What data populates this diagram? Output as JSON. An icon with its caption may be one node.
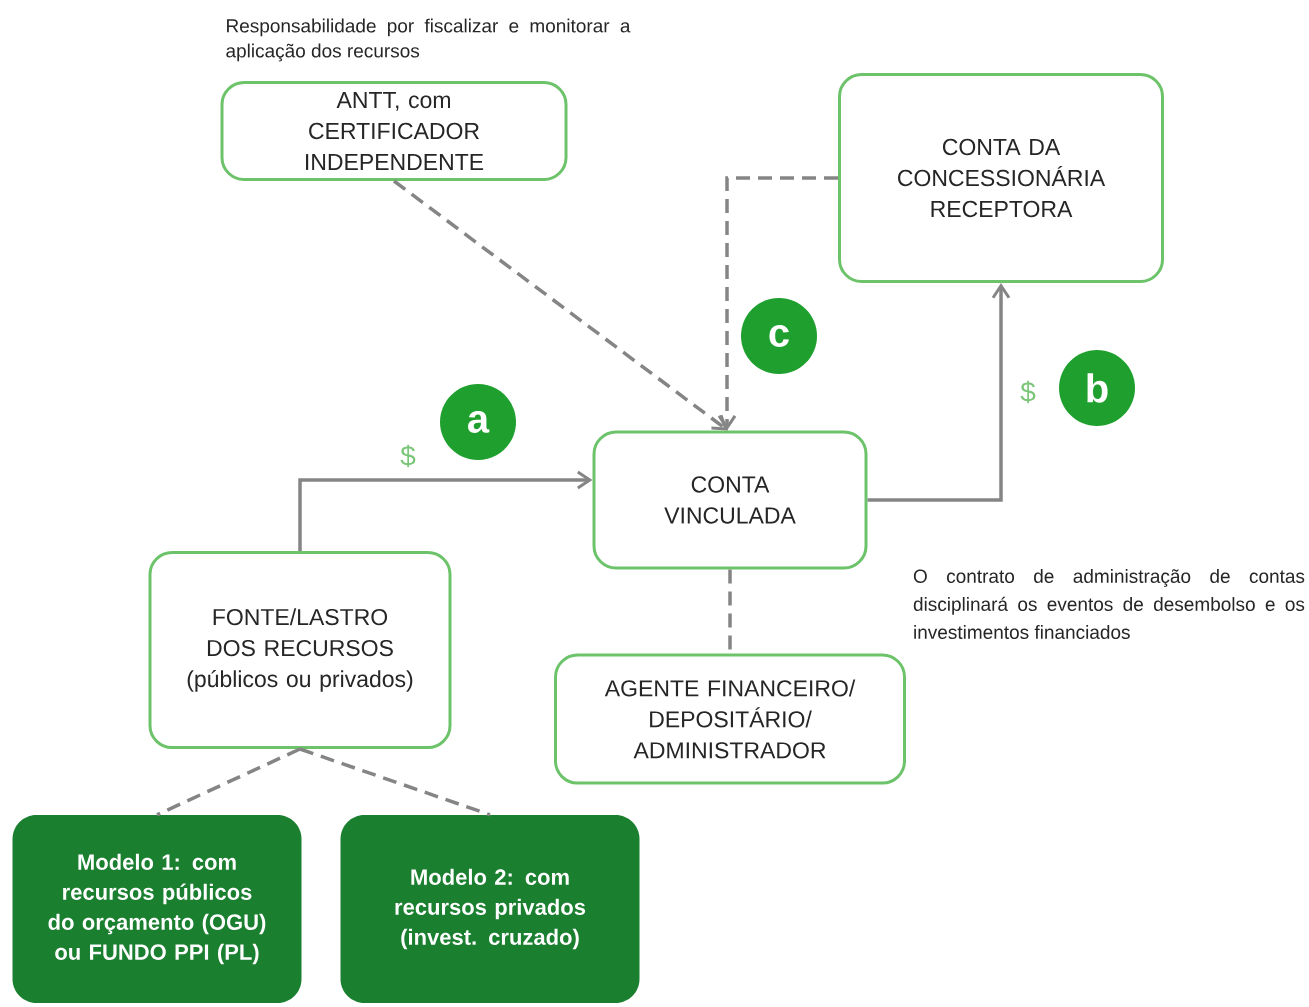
{
  "diagram": {
    "nodes": [
      {
        "text": [
          "ANTT, com CERTIFICADOR INDEPENDENTE"
        ],
        "beside": [
          "Responsabilidade por fiscalizar e monitorar a aplicação dos recursos"
        ]
      },
      {
        "text": [
          "CONTA DA CONCESSIONÁRIA RECEPTORA"
        ]
      },
      {
        "text": [
          "c"
        ]
      },
      {
        "text": [
          "b"
        ]
      },
      {
        "text": [
          "a"
        ]
      },
      {
        "text": [
          "CONTA VINCULADA"
        ]
      },
      {
        "text": [
          "FONTE/LASTRO DOS RECURSOS (públicos ou privados)"
        ]
      },
      {
        "text": [
          "AGENTE FINANCEIRO/ DEPOSITÁRIO/ ADMINISTRADOR"
        ]
      },
      {
        "text": [
          "Modelo 1: com recursos públicos do orçamento (OGU) ou FUNDO PPI (PL)"
        ]
      },
      {
        "text": [
          "Modelo 2: com recursos privados (invest. cruzado)"
        ]
      }
    ],
    "edges": [
      {
        "from": 0,
        "to": 5,
        "arrow": "to",
        "style": "dashed"
      },
      {
        "from": 1,
        "to": 5,
        "arrow": "to",
        "style": "dashed"
      },
      {
        "from": 6,
        "to": 5,
        "arrow": "to",
        "label": "$"
      },
      {
        "from": 5,
        "to": 1,
        "arrow": "to",
        "label": "$"
      },
      {
        "from": 5,
        "to": 7,
        "arrow": "none",
        "style": "dashed"
      },
      {
        "from": 6,
        "to": 8,
        "arrow": "none",
        "style": "dashed"
      },
      {
        "from": 6,
        "to": 9,
        "arrow": "none",
        "style": "dashed"
      }
    ],
    "labels": [
      "O contrato de administração de contas disciplinará os eventos de desembolso e os investimentos financiados"
    ]
  }
}
